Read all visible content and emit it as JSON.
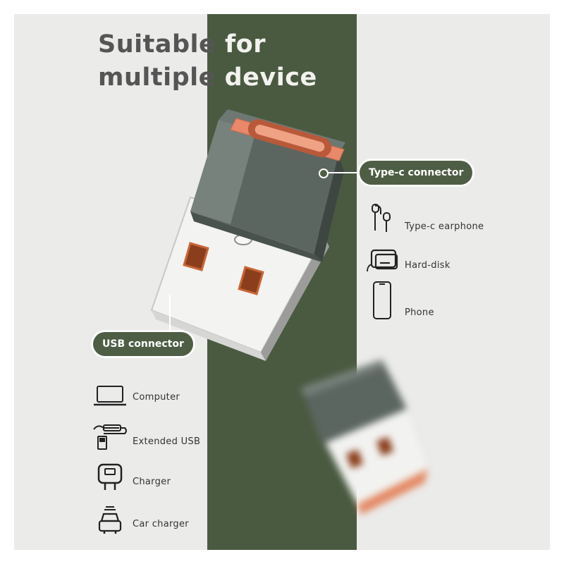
{
  "headline": {
    "line1_dark": "Suitable",
    "line1_light": "for",
    "line2_dark": "multiple",
    "line2_light": "device"
  },
  "callouts": {
    "type_c": "Type-c connector",
    "usb": "USB connector"
  },
  "type_c_devices": [
    {
      "label": "Type-c earphone",
      "icon": "earphone-icon"
    },
    {
      "label": "Hard-disk",
      "icon": "hard-disk-icon"
    },
    {
      "label": "Phone",
      "icon": "phone-icon"
    }
  ],
  "usb_devices": [
    {
      "label": "Computer",
      "icon": "laptop-icon"
    },
    {
      "label": "Extended USB",
      "icon": "usb-cable-icon"
    },
    {
      "label": "Charger",
      "icon": "charger-icon"
    },
    {
      "label": "Car charger",
      "icon": "car-charger-icon"
    }
  ],
  "colors": {
    "band_green": "#4a5a41",
    "pill_green": "#4e5e45",
    "background": "#ebebea",
    "accent_orange": "#e9886a",
    "adapter_gray": "#5c6661"
  }
}
